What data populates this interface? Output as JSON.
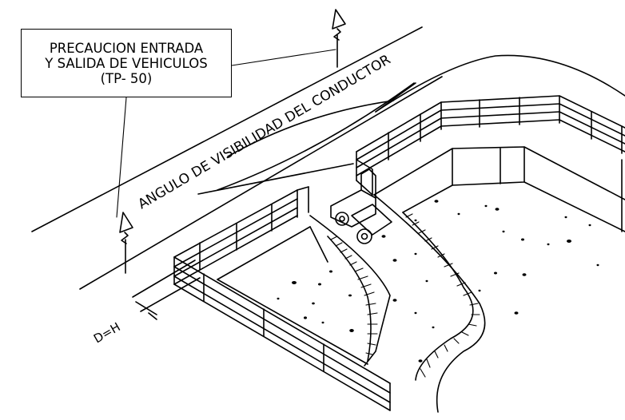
{
  "sign_label": {
    "line1": "PRECAUCION ENTRADA",
    "line2": "Y SALIDA DE VEHICULOS",
    "line3": "(TP- 50)"
  },
  "angle_label": "ANGULO DE VISIBILIDAD DEL CONDUCTOR",
  "dimension_label": "D=H"
}
